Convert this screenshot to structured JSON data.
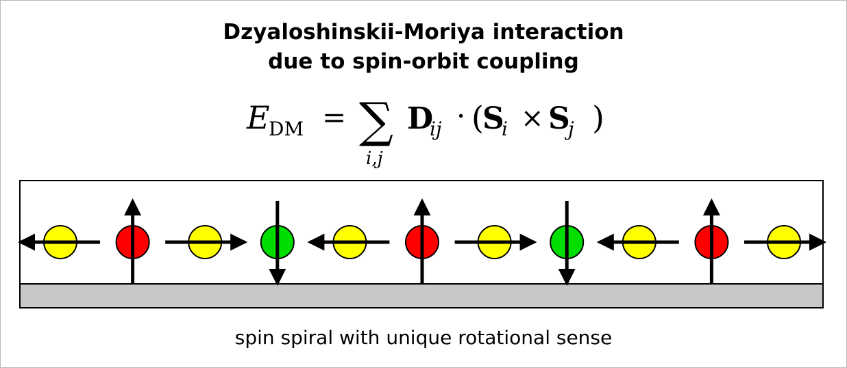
{
  "title": {
    "line1": "Dzyaloshinskii-Moriya interaction",
    "line2": "due to spin-orbit coupling"
  },
  "formula": {
    "lhs": "E",
    "lhs_sub": "DM",
    "equals": "=",
    "sum_symbol": "∑",
    "sum_index": "i,j",
    "d_vec": "D",
    "d_sub": "ij",
    "dot": "·",
    "open_paren": "(",
    "s1": "S",
    "s1_sub": "i",
    "cross": "×",
    "s2": "S",
    "s2_sub": "j",
    "close_paren": ")"
  },
  "spin_chain": {
    "spins": [
      {
        "direction": "left",
        "color": "#ffff00"
      },
      {
        "direction": "up",
        "color": "#ff0000"
      },
      {
        "direction": "right",
        "color": "#ffff00"
      },
      {
        "direction": "down",
        "color": "#00dd00"
      },
      {
        "direction": "left",
        "color": "#ffff00"
      },
      {
        "direction": "up",
        "color": "#ff0000"
      },
      {
        "direction": "right",
        "color": "#ffff00"
      },
      {
        "direction": "down",
        "color": "#00dd00"
      },
      {
        "direction": "left",
        "color": "#ffff00"
      },
      {
        "direction": "up",
        "color": "#ff0000"
      },
      {
        "direction": "right",
        "color": "#ffff00"
      }
    ],
    "substrate_color": "#c8c8c8"
  },
  "caption": "spin spiral with unique rotational sense"
}
